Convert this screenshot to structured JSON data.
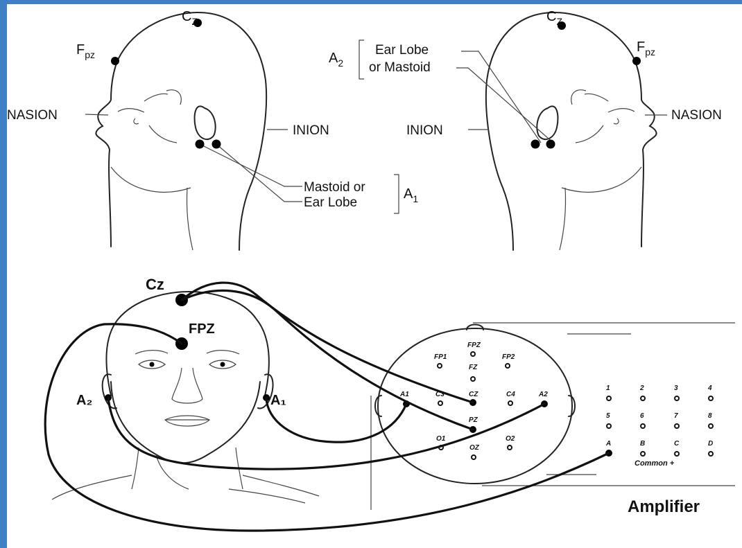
{
  "top_left": {
    "cz": "C",
    "cz_sub": "Z",
    "fpz": "F",
    "fpz_sub": "pz",
    "nasion": "NASION",
    "inion": "INION",
    "a1_line1": "Mastoid or",
    "a1_line2": "Ear Lobe",
    "a1": "A",
    "a1_sub": "1"
  },
  "top_right": {
    "cz": "C",
    "cz_sub": "Z",
    "fpz": "F",
    "fpz_sub": "pz",
    "nasion": "NASION",
    "inion": "INION",
    "a2": "A",
    "a2_sub": "2",
    "a2_line1": "Ear Lobe",
    "a2_line2": "or Mastoid"
  },
  "bottom": {
    "cz": "Cz",
    "fpz": "FPZ",
    "a2": "A₂",
    "a1": "A₁",
    "map": {
      "fpz": "FPZ",
      "fp1": "FP1",
      "fp2": "FP2",
      "fz": "FZ",
      "a1": "A1",
      "c3": "C3",
      "cz": "CZ",
      "c4": "C4",
      "a2": "A2",
      "pz": "PZ",
      "o1": "O1",
      "o2": "O2",
      "oz": "OZ"
    },
    "amplifier_inputs": [
      "1",
      "2",
      "3",
      "4",
      "5",
      "6",
      "7",
      "8",
      "A",
      "B",
      "C",
      "D"
    ],
    "common": "Common +",
    "amplifier": "Amplifier"
  }
}
